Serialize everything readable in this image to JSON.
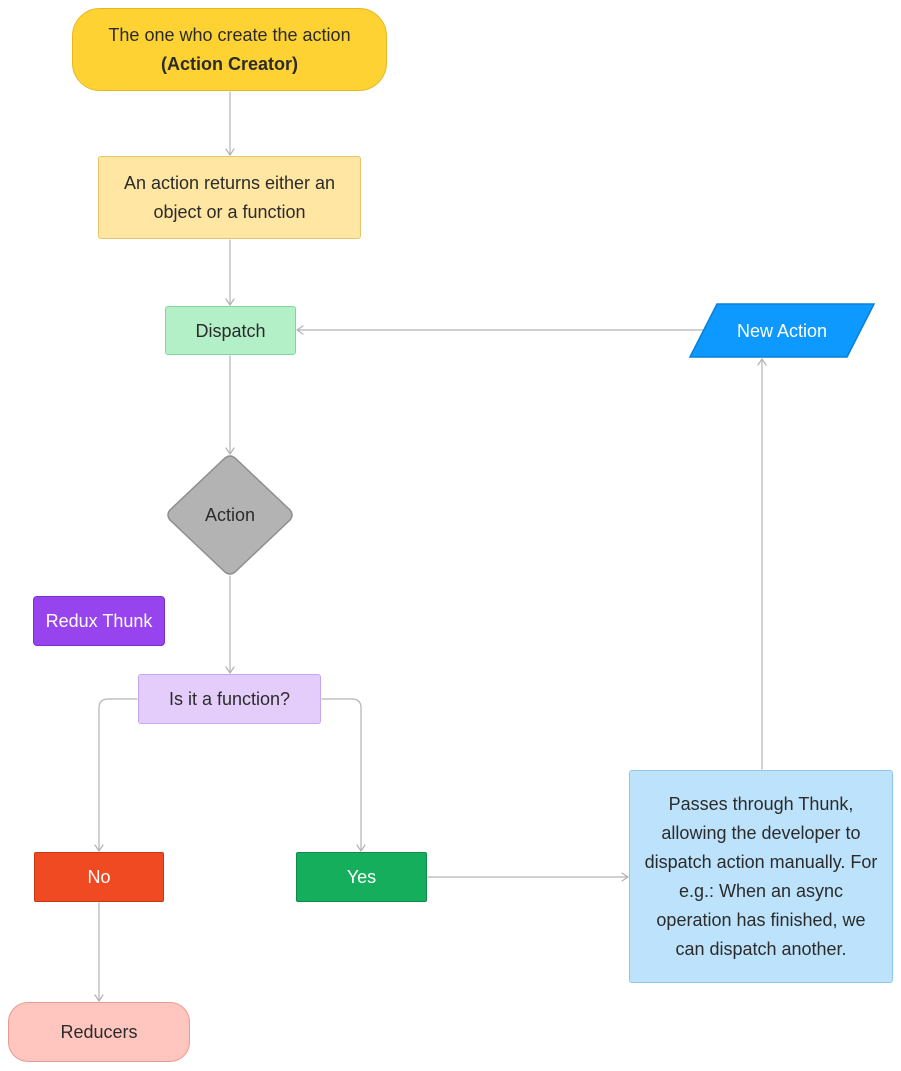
{
  "nodes": {
    "action_creator": {
      "line1": "The one who create the action",
      "line2": "(Action Creator)"
    },
    "returns": "An action returns either an object or a function",
    "dispatch": "Dispatch",
    "new_action": "New Action",
    "action": "Action",
    "redux_thunk": "Redux Thunk",
    "decision": "Is it a function?",
    "no": "No",
    "yes": "Yes",
    "thunk_description": "Passes through Thunk, allowing the developer to dispatch action manually. For e.g.: When an async operation has finished, we can dispatch another.",
    "reducers": "Reducers"
  },
  "colors": {
    "action_creator": "#fdd232",
    "returns": "#ffe6a2",
    "dispatch": "#b3f0c8",
    "new_action": "#0d99ff",
    "action": "#b3b3b3",
    "redux_thunk": "#9844ee",
    "decision": "#e4cdfb",
    "no": "#ef4a22",
    "yes": "#15ae5c",
    "thunk_description": "#bde3fc",
    "reducers": "#ffc6c0",
    "connector": "#b3b3b3"
  }
}
